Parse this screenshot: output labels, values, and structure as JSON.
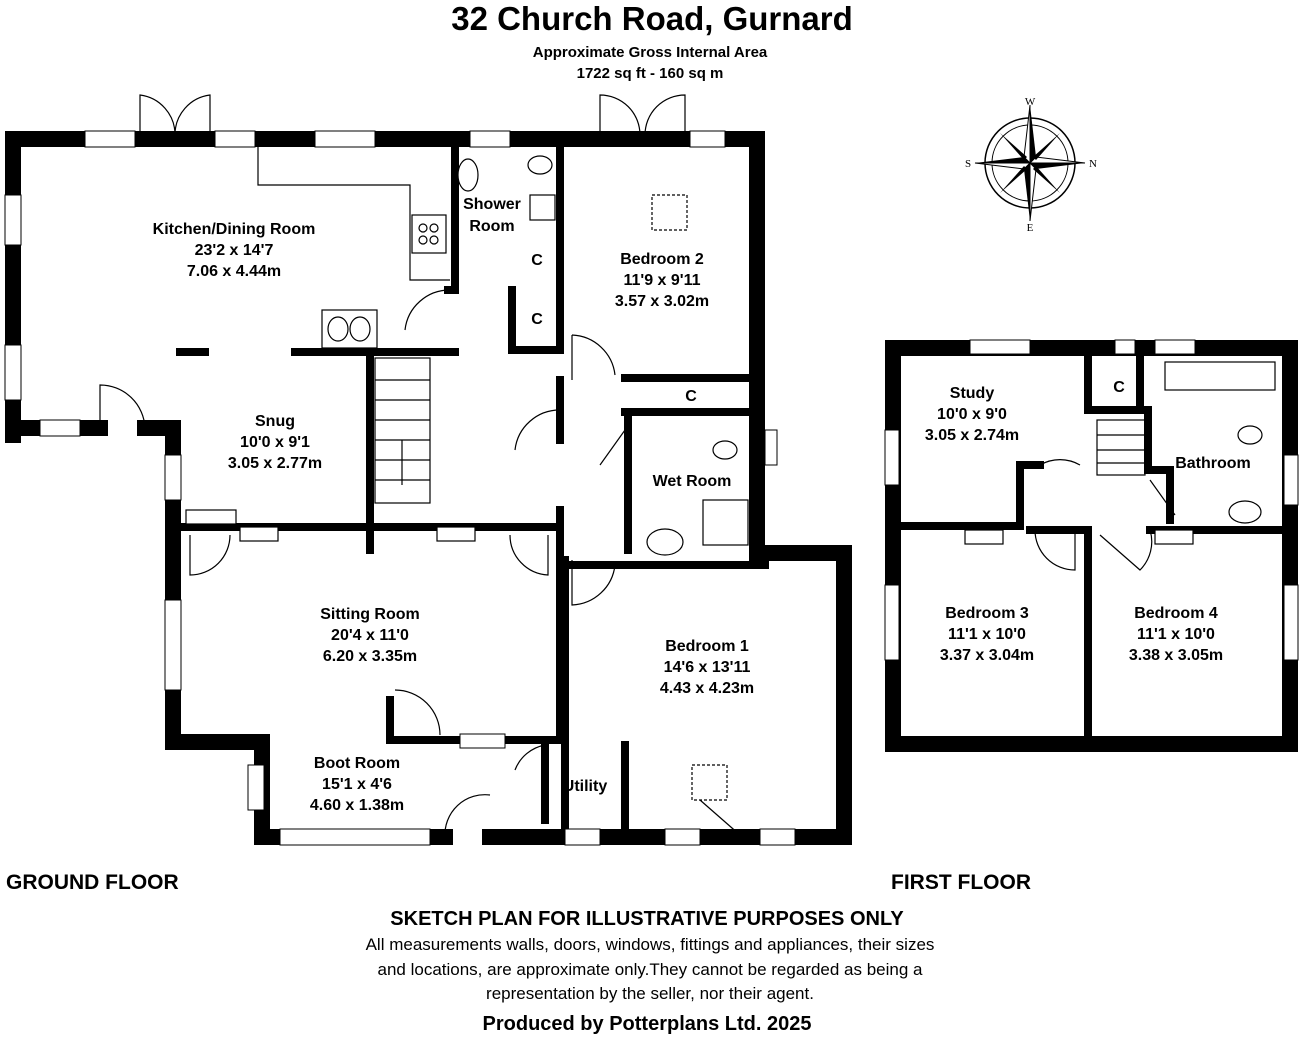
{
  "header": {
    "title": "32 Church Road, Gurnard",
    "subtitle": "Approximate Gross Internal Area",
    "area": "1722 sq ft - 160 sq m"
  },
  "ground_floor": {
    "label": "GROUND FLOOR",
    "rooms": [
      {
        "name": "Kitchen/Dining Room",
        "imperial": "23'2 x 14'7",
        "metric": "7.06 x 4.44m"
      },
      {
        "name": "Snug",
        "imperial": "10'0 x 9'1",
        "metric": "3.05 x 2.77m"
      },
      {
        "name": "Sitting Room",
        "imperial": "20'4 x 11'0",
        "metric": "6.20 x 3.35m"
      },
      {
        "name": "Boot Room",
        "imperial": "15'1 x 4'6",
        "metric": "4.60 x 1.38m"
      },
      {
        "name": "Bedroom 2",
        "imperial": "11'9 x 9'11",
        "metric": "3.57 x 3.02m"
      },
      {
        "name": "Bedroom 1",
        "imperial": "14'6 x 13'11",
        "metric": "4.43 x 4.23m"
      }
    ],
    "shower_room": [
      "Shower",
      "Room"
    ],
    "wet_room": "Wet Room",
    "utility": "Utility",
    "cupboard": "C"
  },
  "first_floor": {
    "label": "FIRST FLOOR",
    "rooms": [
      {
        "name": "Study",
        "imperial": "10'0 x 9'0",
        "metric": "3.05 x 2.74m"
      },
      {
        "name": "Bedroom 3",
        "imperial": "11'1 x 10'0",
        "metric": "3.37 x 3.04m"
      },
      {
        "name": "Bedroom 4",
        "imperial": "11'1 x 10'0",
        "metric": "3.38 x 3.05m"
      }
    ],
    "bathroom": "Bathroom",
    "cupboard": "C"
  },
  "compass": {
    "icon": "compass-rose-icon",
    "n": "N",
    "s": "S",
    "e": "E",
    "w": "W"
  },
  "footer": {
    "heading": "SKETCH PLAN FOR ILLUSTRATIVE PURPOSES ONLY",
    "lines": [
      "All measurements walls, doors, windows, fittings and appliances, their sizes",
      "and locations, are approximate only.They cannot be regarded as being a",
      "representation by the seller, nor their agent."
    ],
    "producer": "Produced by Potterplans Ltd. 2025"
  }
}
